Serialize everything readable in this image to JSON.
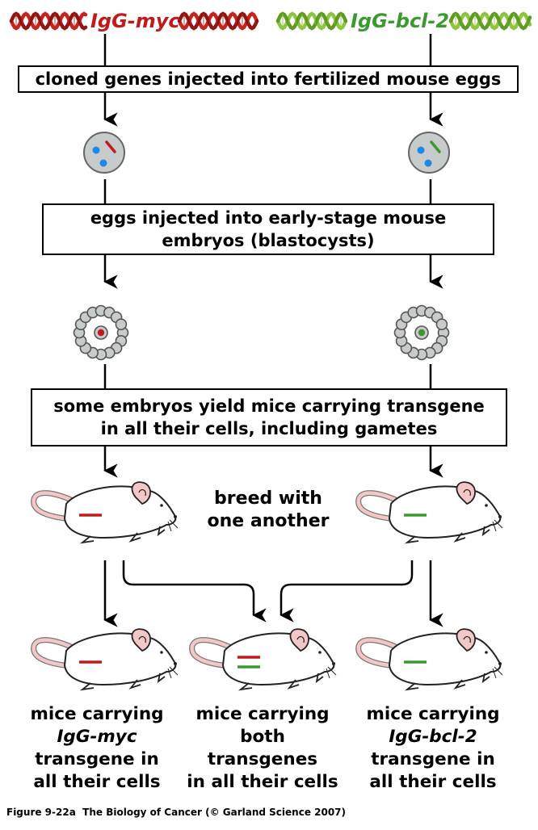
{
  "genes": {
    "left": {
      "name": "IgG-myc"
    },
    "right": {
      "name": "IgG-bcl-2"
    }
  },
  "steps": {
    "step1": "cloned genes injected into fertilized mouse eggs",
    "step2": [
      "eggs injected into early-stage mouse",
      "embryos (blastocysts)"
    ],
    "step3": [
      "some embryos yield mice carrying transgene",
      "in all their cells, including gametes"
    ]
  },
  "breed_label": [
    "breed with",
    "one another"
  ],
  "captions": {
    "left": [
      "mice carrying",
      "IgG-myc",
      "transgene in",
      "all their cells"
    ],
    "middle": [
      "mice carrying",
      "both",
      "transgenes",
      "in all their cells"
    ],
    "right": [
      "mice carrying",
      "IgG-bcl-2",
      "transgene in",
      "all their cells"
    ]
  },
  "figure_caption": {
    "label": "Figure 9-22a",
    "text": "The Biology of Cancer (© Garland Science 2007)"
  },
  "colors": {
    "myc": "#c01a1a",
    "bcl2": "#3a9a2e",
    "helix_red": "#c8231f",
    "helix_green": "#8cc63f",
    "gray_cell": "#c8cbcc",
    "blue_dot": "#1e88e5",
    "mouse_pink": "#f3c7c7"
  }
}
